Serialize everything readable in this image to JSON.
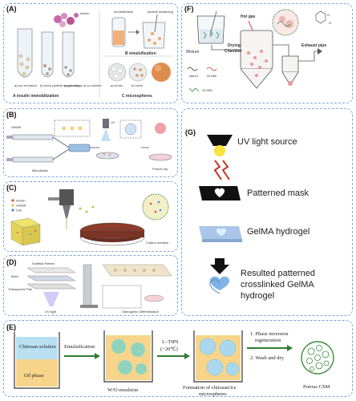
{
  "panels": {
    "a": {
      "label": "(A)",
      "insulin": "insulin",
      "tubes": [
        "a) w/o emulsion",
        "b) s/o/w particle suspension",
        "c) o/w usage of co-solvent"
      ],
      "caption_a": "A insulin immobilization",
      "emulsification_top": "emulsification",
      "particle_hardening": "particle hardening",
      "emulsification_label": "B emulsification",
      "microspheres_label": "C microspheres",
      "sphere_captions": [
        "a) w/o/w",
        "b) s/o/w"
      ]
    },
    "b": {
      "label": "(B)",
      "gelma": "GelMA",
      "uv": "UV",
      "microfluidic": "Microfluidic",
      "freeze": "Freeze dry"
    },
    "c": {
      "label": "(C)",
      "legend": [
        "Insulin",
        "GelMA",
        "Cell"
      ],
      "culture": "Culture medium"
    },
    "d": {
      "label": "(D)",
      "mold": "Mold",
      "pattern": "Scaffold Pattern",
      "transparent": "Transparent Film",
      "uv": "UV light",
      "differentiation": "Osteogenic Differentiation"
    },
    "e": {
      "label": "(E)",
      "chitosan": "Chitosan solution",
      "oil": "Oil phase",
      "emulsification": "Emulsification",
      "tips": "L–TIPS",
      "temp": "(−20℃)",
      "wo": "W/O emulsion",
      "formation1": "Formation of chitosan/ice",
      "formation2": "microspheres",
      "step1a": "1. Phase inversion",
      "step1b": "regeneration",
      "step2": "2. Wash and dry",
      "porous": "Porous CSM"
    },
    "f": {
      "label": "(F)",
      "mixture": "Mixture",
      "hot_gas": "Hot gas",
      "drying": "Drying",
      "chamber": "Chamber",
      "exhaust": "Exhaust pipe",
      "starch": "starch",
      "st_ami": "St-AMI",
      "st_sfa": "St-SFA"
    },
    "g": {
      "label": "(G)",
      "uv_source": "UV light source",
      "mask": "Patterned mask",
      "hydrogel": "GelMA hydrogel",
      "result1": "Resulted patterned",
      "result2": "crosslinked GelMA",
      "result3": "hydrogel"
    }
  },
  "colors": {
    "border": "#7fa6d6",
    "oil": "#f6d58a",
    "chitosan": "#b8e0f2",
    "green": "#3c8d3c",
    "gel": "#a9c6e8"
  }
}
